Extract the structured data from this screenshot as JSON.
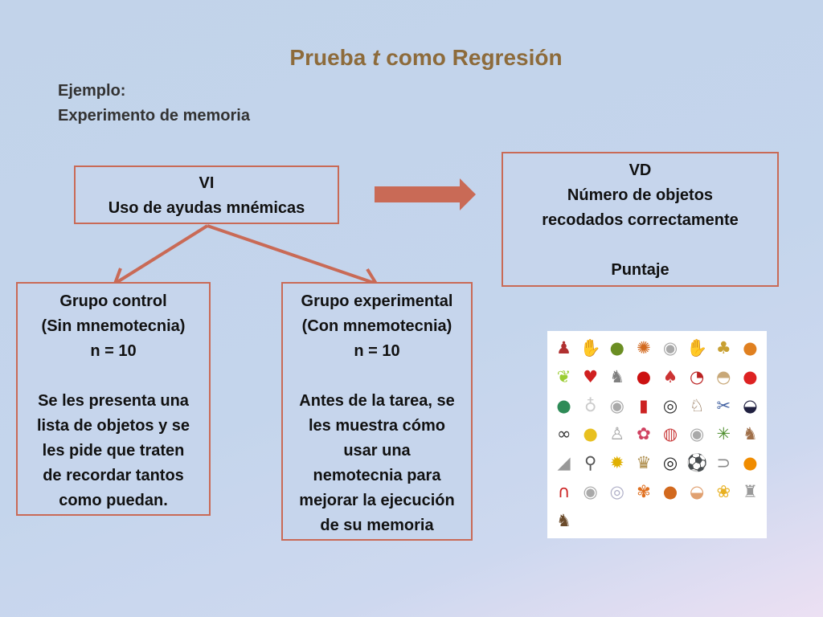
{
  "header": {
    "title_prefix": "Prueba ",
    "title_italic": "t",
    "title_suffix": " como Regresión",
    "subtitle_line1": "Ejemplo:",
    "subtitle_line2": "Experimento de memoria"
  },
  "vi_box": {
    "line1": "VI",
    "line2": "Uso de ayudas mnémicas"
  },
  "vd_box": {
    "line1": "VD",
    "line2": "Número  de objetos",
    "line3": "recodados correctamente",
    "line4": "Puntaje"
  },
  "control_group": {
    "lines": [
      "Grupo control",
      "(Sin mnemotecnia)",
      "n = 10"
    ],
    "description_lines": [
      "Se les presenta una",
      "lista de objetos y se",
      "les pide que traten",
      "de recordar tantos",
      "como puedan."
    ]
  },
  "experimental_group": {
    "lines": [
      "Grupo experimental",
      "(Con mnemotecnia)",
      "n = 10"
    ],
    "description_lines": [
      "Antes de la tarea, se",
      "les muestra cómo",
      "usar una",
      "nemotecnia para",
      "mejorar la ejecución",
      "de su memoria"
    ]
  },
  "colors": {
    "box_border": "#c96a56",
    "arrow": "#c96a56",
    "title": "#8d6b3b",
    "background": "#c2d3ea"
  },
  "objects_image": {
    "icons": [
      "bowling-pin-icon",
      "baseball-glove-icon",
      "kiwi-icon",
      "crab-icon",
      "coin-icon",
      "glove-icon",
      "pineapple-icon",
      "pepper-icon",
      "ginkgo-leaf-icon",
      "strawberry-icon",
      "cat-icon",
      "apple-icon",
      "trowel-icon",
      "fan-icon",
      "hat-icon",
      "tomato-icon",
      "watermelon-icon",
      "light-bulb-icon",
      "coin-icon",
      "lantern-icon",
      "spiral-icon",
      "rabbit-icon",
      "scissors-icon",
      "cap-icon",
      "glasses-icon",
      "duckling-icon",
      "flask-icon",
      "rose-icon",
      "baseball-icon",
      "coin-icon",
      "leaf-icon",
      "dog-icon",
      "sneaker-icon",
      "magnifier-icon",
      "sunflower-icon",
      "lucky-cat-icon",
      "dartboard-icon",
      "soccer-ball-icon",
      "paperclip-icon",
      "orange-icon",
      "magnet-icon",
      "coin-icon",
      "cd-icon",
      "lily-icon",
      "basketball-icon",
      "shell-icon",
      "butterfly-icon",
      "watering-can-icon",
      "terrier-icon"
    ]
  }
}
